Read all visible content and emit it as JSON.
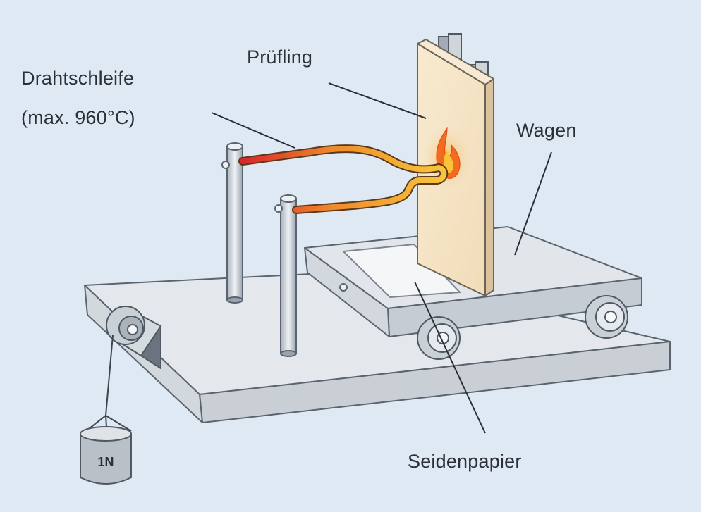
{
  "labels": {
    "wire_loop_line1": "Drahtschleife",
    "wire_loop_line2": "(max. 960°C)",
    "test_specimen": "Prüfling",
    "carriage": "Wagen",
    "tissue_paper": "Seidenpapier",
    "weight": "1N"
  },
  "colors": {
    "background": "#dfe9f3",
    "base_plate": "#dde2e7",
    "specimen": "#f5e3c4",
    "wire_hot": "#e0352a",
    "wire_warm": "#f2b93a",
    "flame": "#f47a20"
  }
}
